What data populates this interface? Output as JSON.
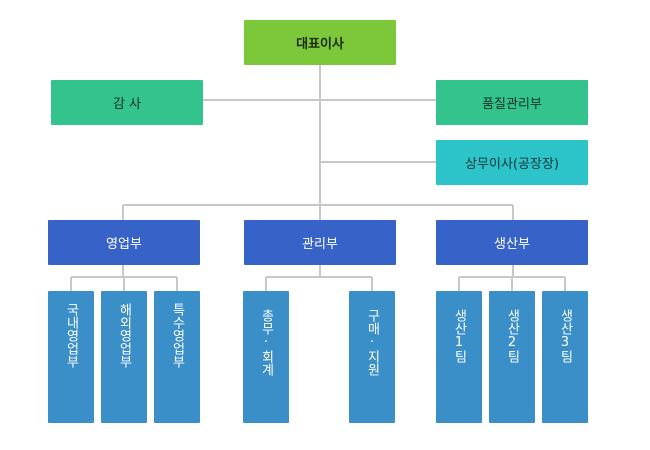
{
  "nodes": {
    "ceo": "대표이사",
    "audit": "감 사",
    "quality": "품질관리부",
    "vp": "상무이사(공장장)",
    "sales": "영업부",
    "admin": "관리부",
    "production": "생산부",
    "domestic_sales": "국내영업부",
    "overseas_sales": "해외영업부",
    "special_sales": "특수영업부",
    "general_affairs": "총무·회계",
    "purchasing": "구매·지원",
    "prod_team1": "생산1팀",
    "prod_team2": "생산2팀",
    "prod_team3": "생산3팀"
  },
  "colors": {
    "ceo": "#7dc83a",
    "staff": "#33c48d",
    "vp": "#2cc3c9",
    "department": "#3763c8",
    "team": "#3a8fc9",
    "connector": "#c8c8c8"
  }
}
